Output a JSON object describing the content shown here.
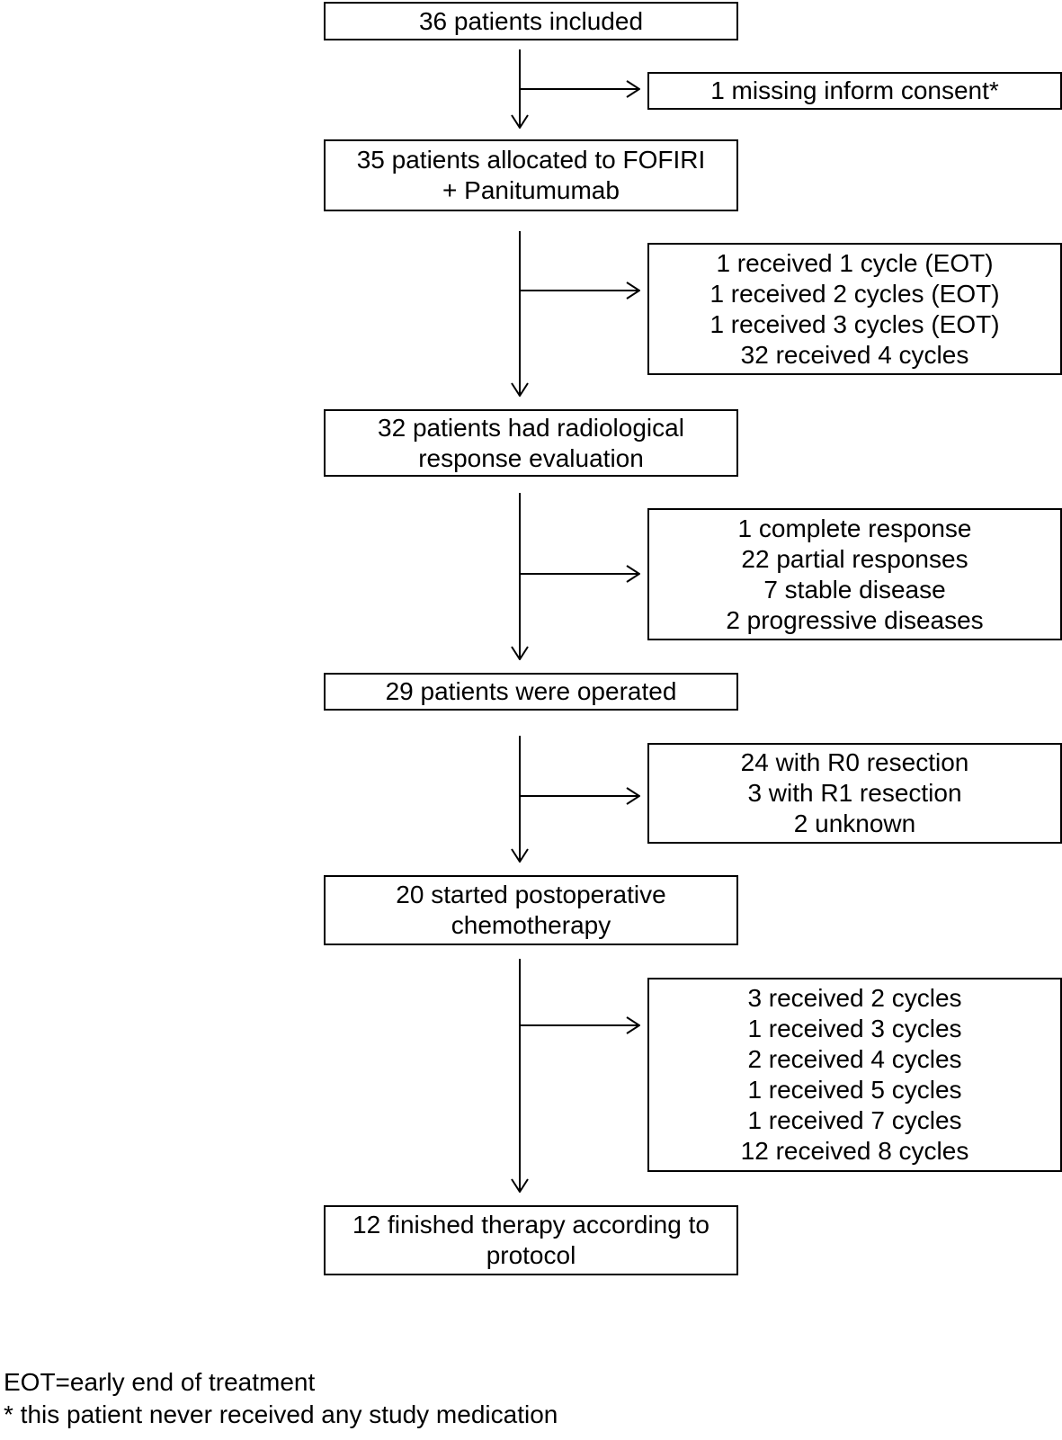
{
  "flowchart": {
    "main_steps": [
      {
        "lines": [
          "36 patients included"
        ]
      },
      {
        "lines": [
          "35 patients allocated to FOFIRI",
          "+ Panitumumab"
        ]
      },
      {
        "lines": [
          "32 patients had radiological",
          "response evaluation"
        ]
      },
      {
        "lines": [
          "29 patients were operated"
        ]
      },
      {
        "lines": [
          "20 started postoperative",
          "chemotherapy"
        ]
      },
      {
        "lines": [
          "12 finished therapy according to",
          "protocol"
        ]
      }
    ],
    "side_notes": [
      {
        "lines": [
          "1 missing inform consent*"
        ]
      },
      {
        "lines": [
          "1 received 1 cycle (EOT)",
          "1 received 2 cycles (EOT)",
          "1 received 3 cycles (EOT)",
          "32 received 4 cycles"
        ]
      },
      {
        "lines": [
          "1 complete response",
          "22 partial responses",
          "7 stable disease",
          "2 progressive diseases"
        ]
      },
      {
        "lines": [
          "24 with R0 resection",
          "3 with R1 resection",
          "2 unknown"
        ]
      },
      {
        "lines": [
          "3 received 2 cycles",
          "1 received 3 cycles",
          "2 received 4 cycles",
          "1 received 5 cycles",
          "1 received 7 cycles",
          "12 received 8 cycles"
        ]
      }
    ]
  },
  "footnotes": {
    "abbreviation": "EOT=early end of treatment",
    "asterisk": "* this patient never received any study medication"
  },
  "colors": {
    "line": "#000000",
    "background": "#ffffff"
  }
}
